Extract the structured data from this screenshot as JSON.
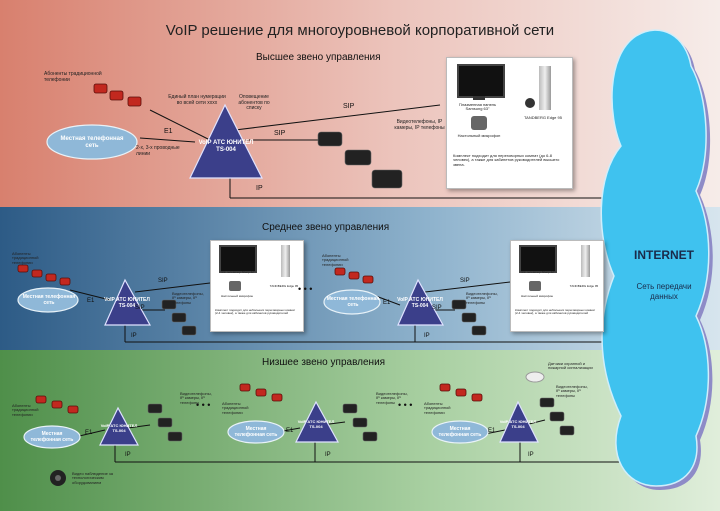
{
  "title": "VoIP решение для многоуровневой корпоративной сети",
  "levels": {
    "top": "Высшее звено управления",
    "middle": "Среднее звено управления",
    "low": "Низшее звено управления"
  },
  "internet": {
    "title": "INTERNET",
    "subtitle": "Сеть передачи данных"
  },
  "top": {
    "phones_label": "Абоненты традиционной телефонии",
    "cloud_label": "Местная телефонная сеть",
    "plan_label": "Единый план нумерации во всей сети xxxx",
    "notify_label": "Оповещение абонентов по списку",
    "e1": "E1",
    "lines_label": "2-х, 3-х проводные линии",
    "pbx": "VoIP АТС ЮНИТЕЛ TS-004",
    "sip1": "SIP",
    "sip2": "SIP",
    "ip": "IP",
    "videophones": "Видеотелефоны, IP камеры, IP телефоны",
    "card_panel": "Плазменная панель Samsung 63\"",
    "card_tandberg": "TANDBERG Edge 95",
    "card_mic": "Настольный микрофон",
    "card_text": "Комплект подходит для переговорных комнат (до 6-8 человек), а также для кабинетов руководителей высшего звена."
  },
  "middle": {
    "phones_label": "Абоненты традиционной телефонии",
    "cloud_label": "Местная телефонная сеть",
    "e1": "E1",
    "pbx": "VoIP АТС ЮНИТЕЛ TS-004",
    "sip": "SIP",
    "ip": "IP",
    "videophones": "Видеотелефоны, IP камеры, IP телефоны",
    "card_panel": "ЖК телевизор Sharp 42\"",
    "card_tandberg": "TANDBERG Edge 95",
    "card_mic": "Настольный микрофон",
    "card_text": "Комплект подходит для небольших переговорных комнат (2-4 человек), а также для кабинетов руководителей",
    "dots": "• • •"
  },
  "low": {
    "phones_label": "Абоненты традиционной телефонии",
    "cloud_label": "Местная телефонная сеть",
    "e1": "E1",
    "pbx": "VoIP АТС ЮНИТЕЛ TS-004",
    "ip": "IP",
    "videophones": "Видеотелефоны, IP камеры, IP телефоны",
    "sensors": "Датчики охранной и пожарной сигнализации",
    "camera": "Видео наблюдение за технологическим оборудованием",
    "dots": "• • •"
  }
}
